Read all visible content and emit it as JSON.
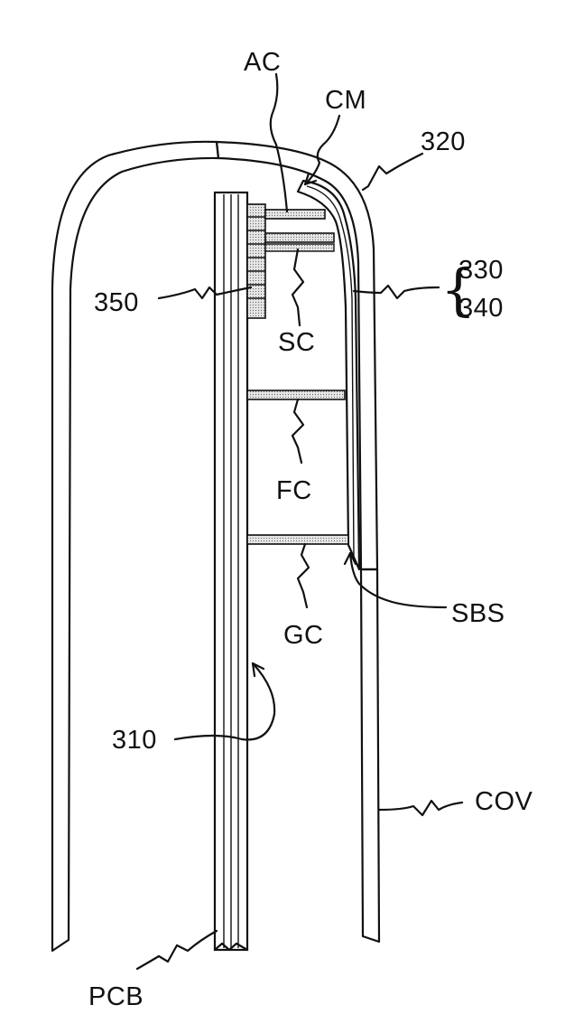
{
  "figure": {
    "labels": {
      "ac": "AC",
      "cm": "CM",
      "n320": "320",
      "n330": "330",
      "n340": "340",
      "n350": "350",
      "sc": "SC",
      "fc": "FC",
      "gc": "GC",
      "sbs": "SBS",
      "n310": "310",
      "cov": "COV",
      "pcb": "PCB"
    },
    "colors": {
      "line": "#111111",
      "stipple": "#b8b8b8",
      "background": "#ffffff"
    }
  }
}
